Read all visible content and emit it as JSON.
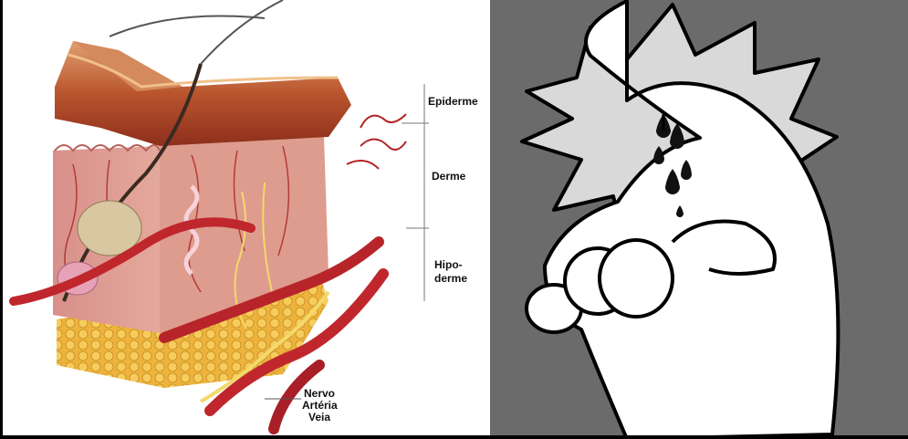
{
  "layers": {
    "epidermis": "Epiderme",
    "dermis": "Derme",
    "hypodermis_line1": "Hipo-",
    "hypodermis_line2": "derme"
  },
  "vessels": {
    "nerve": "Nervo",
    "artery": "Artéria",
    "vein": "Veia"
  },
  "colors": {
    "skin_tone": "#c96a4a",
    "epidermis": "#b4542c",
    "fat": "#e8b23a",
    "artery": "#c0272d",
    "nerve": "#f2d96a",
    "right_background": "#6b6b6b",
    "flash": "#d9d9d9"
  }
}
